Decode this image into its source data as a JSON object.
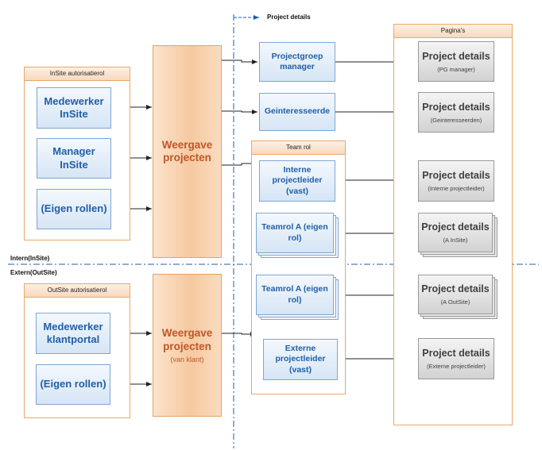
{
  "top_label": "Project details",
  "zone_labels": {
    "intern": "Intern(InSite)",
    "extern": "Extern(OutSite)"
  },
  "insite_group": {
    "title": "InSite autorisatierol",
    "roles": [
      "Medewerker InSite",
      "Manager InSite",
      "(Eigen rollen)"
    ]
  },
  "outsite_group": {
    "title": "OutSite autorisatierol",
    "roles": [
      "Medewerker klantportal",
      "(Eigen rollen)"
    ]
  },
  "weergave_insite": {
    "title": "Weergave projecten",
    "subtitle": ""
  },
  "weergave_outsite": {
    "title": "Weergave projecten",
    "subtitle": "(van klant)"
  },
  "direct_roles": [
    "Projectgroep manager",
    "Geinteresseerde"
  ],
  "team_rol": {
    "title": "Team rol",
    "roles": [
      "Interne projectleider (vast)",
      "Teamrol A (eigen rol)",
      "Teamrol A (eigen rol)",
      "Externe projectleider (vast)"
    ]
  },
  "paginas": {
    "title": "Pagina's",
    "pages": [
      {
        "title": "Project details",
        "subtitle": "(PG manager)"
      },
      {
        "title": "Project details",
        "subtitle": "(Geinteresseerden)"
      },
      {
        "title": "Project details",
        "subtitle": "(Interne projectleider)"
      },
      {
        "title": "Project details",
        "subtitle": "(A InSite)"
      },
      {
        "title": "Project details",
        "subtitle": "(A OutSite)"
      },
      {
        "title": "Project details",
        "subtitle": "(Externe projectleider)"
      }
    ]
  },
  "colors": {
    "blue_text": "#1f5fa8",
    "orange_text": "#c0562a",
    "dashed_line": "#1f5fa8",
    "group_border": "#e8a96a"
  }
}
